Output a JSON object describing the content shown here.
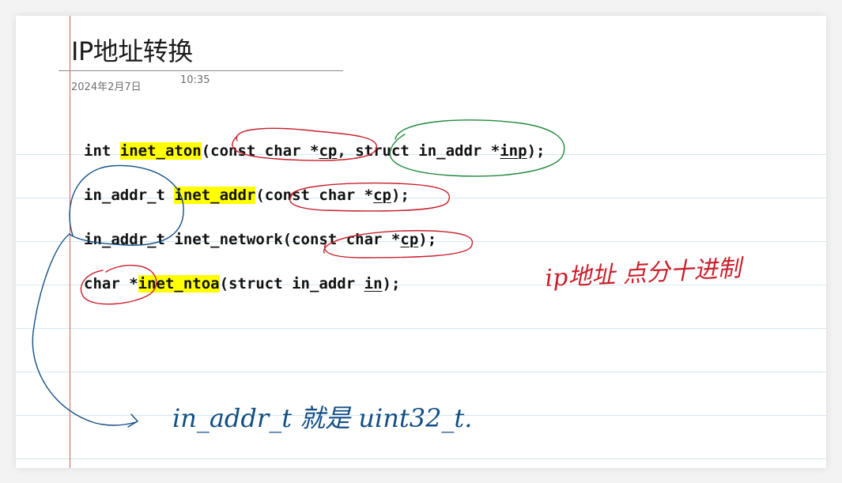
{
  "note": {
    "title": "IP地址转换",
    "date": "2024年2月7日",
    "time": "10:35"
  },
  "code": {
    "line1": {
      "a": "int ",
      "fn": "inet_aton",
      "b": "(const char *",
      "p1": "cp",
      "c": ", struct in_addr *",
      "p2": "inp",
      "d": ");"
    },
    "line2": {
      "a": "in_addr_t ",
      "fn": "inet_addr",
      "b": "(const char *",
      "p1": "cp",
      "c": ");"
    },
    "line3": {
      "a": "in_addr_t inet_network(const char *",
      "p1": "cp",
      "c": ");"
    },
    "line4": {
      "a": "char *",
      "fn": "inet_ntoa",
      "b": "(struct in_addr ",
      "p1": "in",
      "c": ");"
    }
  },
  "colors": {
    "highlight": "#ffff00",
    "ink_red": "#c8202c",
    "ink_green": "#1f8a3c",
    "ink_blue": "#134f85",
    "margin": "#d26060",
    "rule": "#d3e8f0"
  },
  "handwriting": {
    "red_note": "ip地址 点分十进制",
    "blue_note": "in_addr_t 就是 uint32_t."
  }
}
